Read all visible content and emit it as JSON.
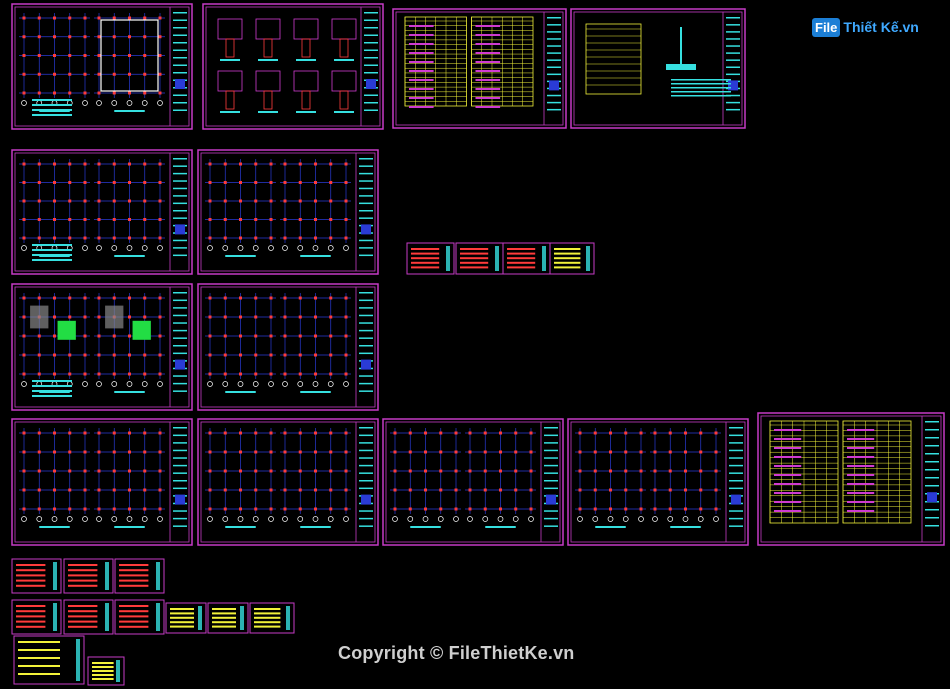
{
  "watermark": {
    "logo_badge": "File",
    "logo_text": "Thiết Kế.vn",
    "copyright": "Copyright © FileThietKe.vn"
  },
  "colors": {
    "background": "#000000",
    "frame": "#c63bc6",
    "grid": "#2a3bd6",
    "text": "#36e0e0",
    "column": "#ff3b3b",
    "table": "#f2f23a",
    "slab": "#22dd44"
  },
  "sheets": [
    {
      "type": "floor-plan"
    },
    {
      "type": "foundation-details"
    },
    {
      "type": "schedule-table"
    },
    {
      "type": "column-detail"
    },
    {
      "type": "column-grid"
    },
    {
      "type": "column-grid-details"
    },
    {
      "type": "floor-plan-colored"
    },
    {
      "type": "roof-plan"
    },
    {
      "type": "beam-layout"
    },
    {
      "type": "beam-layout"
    },
    {
      "type": "beam-layout"
    },
    {
      "type": "roof-beam-layout"
    },
    {
      "type": "rebar-schedule"
    }
  ]
}
